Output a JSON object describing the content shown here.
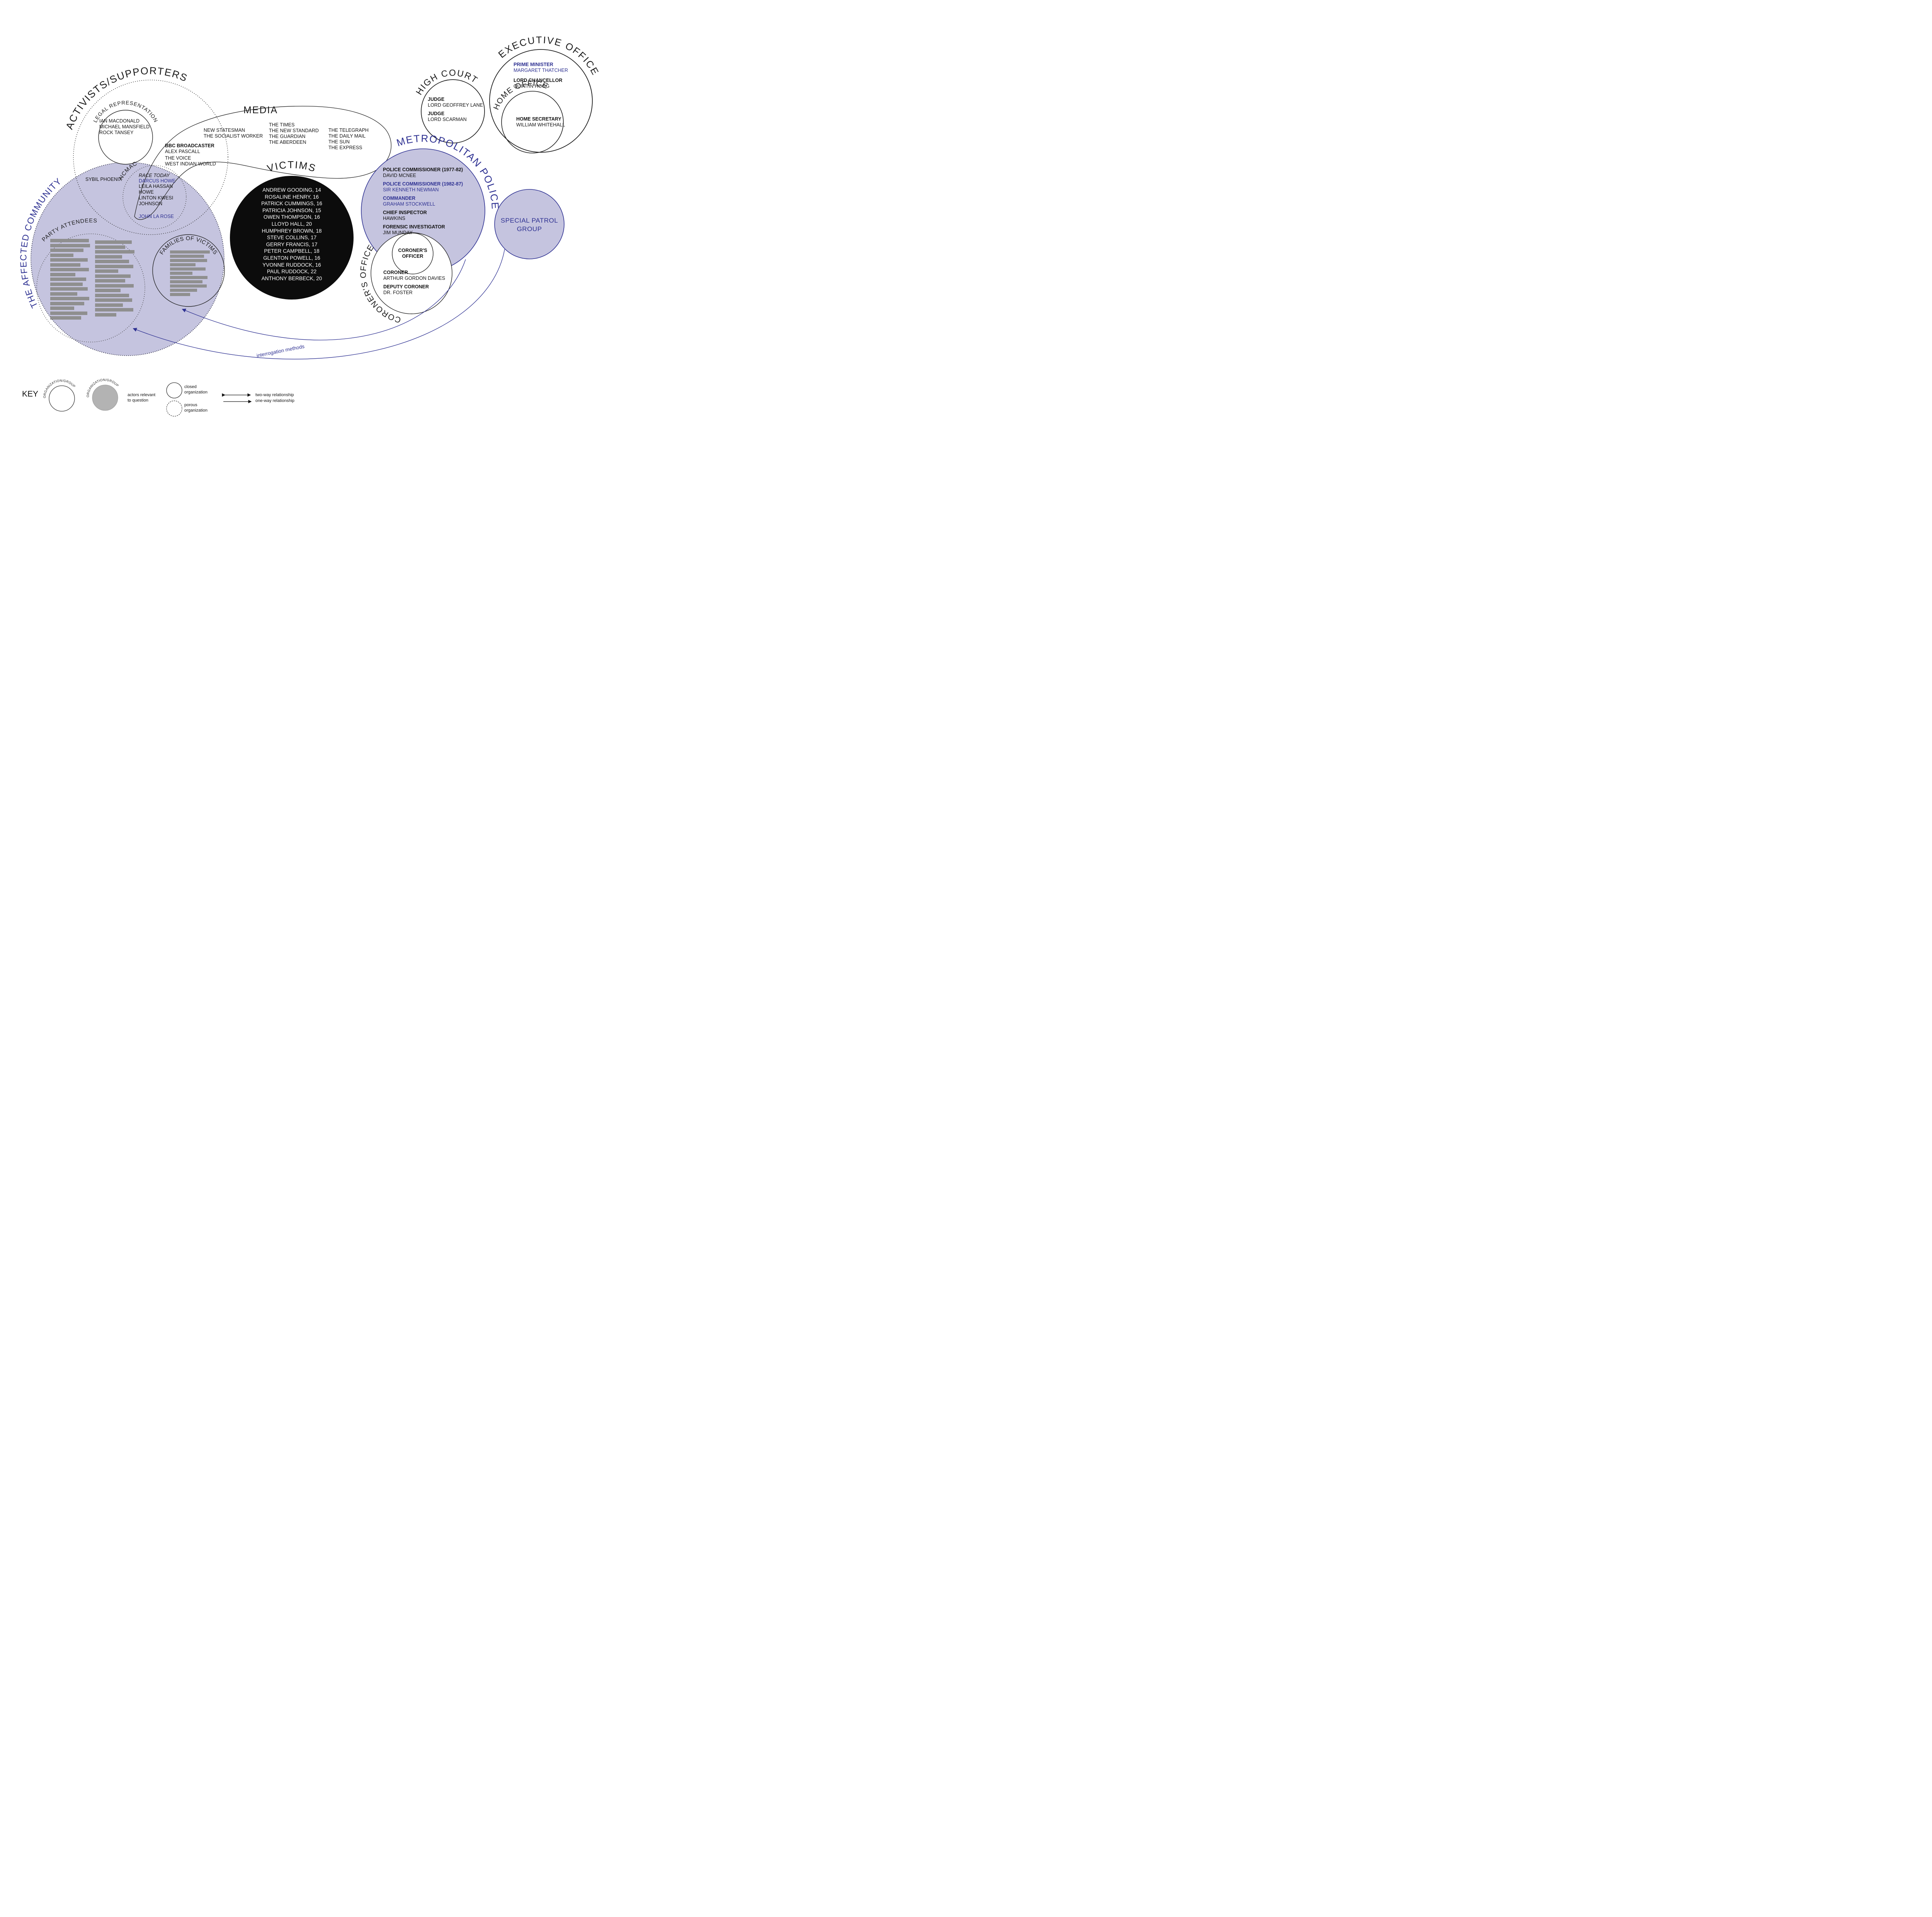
{
  "palette": {
    "accent_blue": "#2e3192",
    "lavender": "#c5c4df",
    "bar_gray": "#8f8f8f",
    "victims_black": "#0c0c0c"
  },
  "groups": {
    "activists": {
      "label": "ACTIVISTS/SUPPORTERS"
    },
    "legal": {
      "label": "LEGAL REPRESENTATION",
      "members": [
        "IAN MACDONALD",
        "MICHAEL MANSFIELD",
        "ROCK TANSEY"
      ]
    },
    "sybil_phoenix": "SYBIL PHOENIX",
    "ncmac": {
      "label": "NCMAC",
      "journal": "RACE TODAY",
      "editor": "DARCUS HOWE",
      "members": [
        "LEILA HASSAN HOWE",
        "LINTON KWESI JOHNSON"
      ],
      "founder": "JOHN LA ROSE"
    },
    "bbc": {
      "role": "BBC BROADCASTER",
      "name": "ALEX PASCALL"
    },
    "black_press": [
      "THE VOICE",
      "WEST INDIAN WORLD"
    ],
    "media": {
      "label": "MEDIA",
      "col1": [
        "NEW STATESMAN",
        "THE SOCIALIST WORKER"
      ],
      "col2": [
        "THE TIMES",
        "THE NEW STANDARD",
        "THE GUARDIAN",
        "THE ABERDEEN"
      ],
      "col3": [
        "THE TELEGRAPH",
        "THE DAILY MAIL",
        "THE SUN",
        "THE EXPRESS"
      ]
    },
    "community": {
      "label": "THE AFFECTED COMMUNITY"
    },
    "party": {
      "label": "PARTY ATTENDEES"
    },
    "families": {
      "label": "FAMILIES OF VICTIMS"
    },
    "victims": {
      "label": "VICTIMS",
      "names": [
        "ANDREW GOODING, 14",
        "ROSALINE HENRY, 16",
        "PATRICK CUMMINGS, 16",
        "PATRICIA JOHNSON, 15",
        "OWEN THOMPSON, 16",
        "LLOYD HALL, 20",
        "HUMPHREY BROWN, 18",
        "STEVE COLLINS, 17",
        "GERRY FRANCIS, 17",
        "PETER CAMPBELL, 18",
        "GLENTON POWELL, 16",
        "YVONNE RUDDOCK, 16",
        "PAUL RUDDOCK, 22",
        "ANTHONY BERBECK, 20"
      ]
    },
    "met_police": {
      "label": "METROPOLITAN POLICE",
      "roles": [
        {
          "title": "POLICE COMMISSIONER (1977-82)",
          "name": "DAVID MCNEE"
        },
        {
          "title": "POLICE COMMISSIONER (1982-87)",
          "name": "SIR KENNETH NEWMAN"
        },
        {
          "title": "COMMANDER",
          "name": "GRAHAM STOCKWELL"
        },
        {
          "title": "CHIEF INSPECTOR",
          "name": "HAWKINS"
        },
        {
          "title": "FORENSIC INVESTIGATOR",
          "name": "JIM MUNDAY"
        }
      ]
    },
    "coroner": {
      "label": "CORONER'S OFFICE",
      "officer": "CORONER'S\nOFFICER",
      "roles": [
        {
          "title": "CORONER",
          "name": "ARTHUR GORDON DAVIES"
        },
        {
          "title": "DEPUTY CORONER",
          "name": "DR. FOSTER"
        }
      ]
    },
    "high_court": {
      "label": "HIGH COURT",
      "roles": [
        {
          "title": "JUDGE",
          "name": "LORD GEOFFREY LANE"
        },
        {
          "title": "JUDGE",
          "name": "LORD SCARMAN"
        }
      ]
    },
    "executive": {
      "label": "EXECUTIVE OFFICE",
      "roles": [
        {
          "title": "PRIME MINISTER",
          "name": "MARGARET THATCHER"
        },
        {
          "title": "LORD CHANCELLOR",
          "name": "QUINTIN HOGG"
        }
      ]
    },
    "home_office": {
      "label": "HOME OFFICE",
      "roles": [
        {
          "title": "HOME SECRETARY",
          "name": "WILLIAM WHITEHALL"
        }
      ]
    },
    "spg": {
      "label": "SPECIAL PATROL\nGROUP"
    },
    "relationship_label": "interrogation methods"
  },
  "redactions": {
    "party_col1": [
      100,
      103,
      86,
      60,
      97,
      78,
      100,
      65,
      93,
      84,
      97,
      70,
      101,
      88,
      62,
      96,
      80
    ],
    "party_col2": [
      95,
      78,
      102,
      70,
      88,
      99,
      60,
      92,
      78,
      100,
      66,
      88,
      96,
      72,
      99,
      55
    ],
    "families": [
      103,
      88,
      96,
      66,
      92,
      58,
      97,
      84,
      95,
      70,
      52
    ]
  },
  "key": {
    "title": "KEY",
    "open_circle_label": "ORGANIZATION/GROUP",
    "filled_circle_label": "ORGANIZATION/GROUP",
    "filled_note": "actors relevant\nto question",
    "closed_note": "closed\norganization",
    "porous_note": "porous\norganization",
    "two_way": "two-way relationship",
    "one_way": "one-way relationship"
  }
}
